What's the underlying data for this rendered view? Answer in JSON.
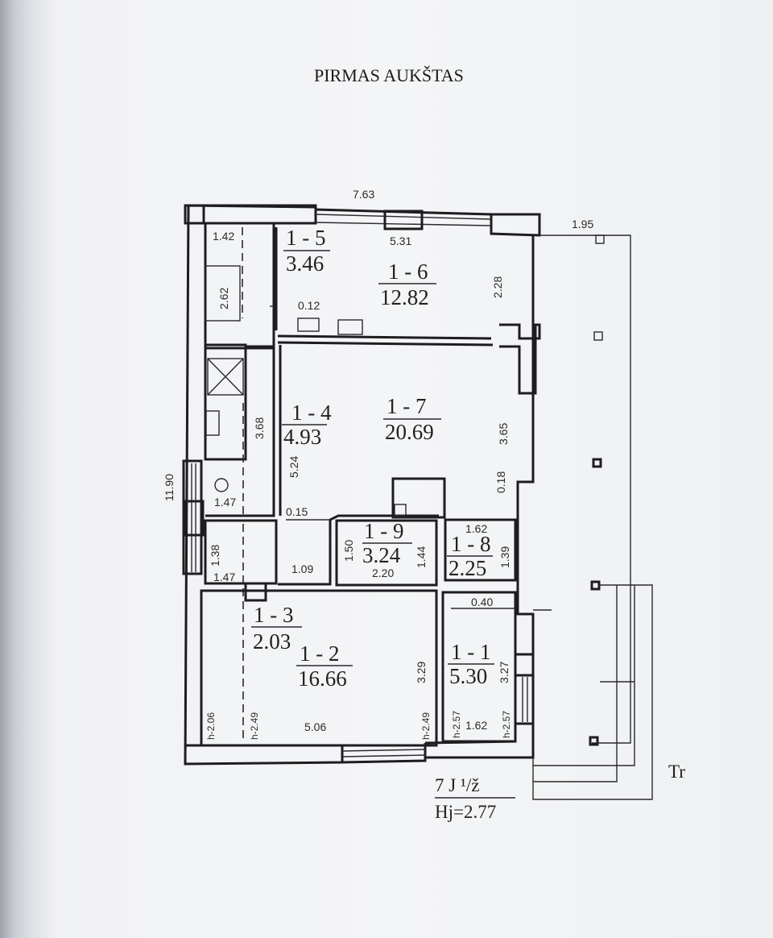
{
  "title": "PIRMAS AUKŠTAS",
  "rooms": [
    {
      "id": "1 - 1",
      "area": "5.30"
    },
    {
      "id": "1 - 2",
      "area": "16.66"
    },
    {
      "id": "1 - 3",
      "area": "2.03"
    },
    {
      "id": "1 - 4",
      "area": "4.93"
    },
    {
      "id": "1 - 5",
      "area": "3.46"
    },
    {
      "id": "1 - 6",
      "area": "12.82"
    },
    {
      "id": "1 - 7",
      "area": "20.69"
    },
    {
      "id": "1 - 8",
      "area": "2.25"
    },
    {
      "id": "1 - 9",
      "area": "3.24"
    }
  ],
  "dimensions": {
    "overall_width": "7.63",
    "overall_length": "11.90",
    "terrace_width": "1.95",
    "d_1_42": "1.42",
    "d_2_62": "2.62",
    "d_0_12": "0.12",
    "d_5_31": "5.31",
    "d_2_28": "2.28",
    "d_3_68": "3.68",
    "d_5_24": "5.24",
    "d_3_65": "3.65",
    "d_0_18": "0.18",
    "d_1_47a": "1.47",
    "d_0_15": "0.15",
    "d_1_38": "1.38",
    "d_1_47b": "1.47",
    "d_1_09": "1.09",
    "d_1_50": "1.50",
    "d_1_44": "1.44",
    "d_2_20": "2.20",
    "d_1_62a": "1.62",
    "d_1_39": "1.39",
    "d_0_40": "0.40",
    "d_3_29": "3.29",
    "d_3_27": "3.27",
    "d_5_06": "5.06",
    "d_1_62b": "1.62"
  },
  "heights": [
    "h-2.06",
    "h-2.49",
    "h-2.49",
    "h-2.57",
    "h-2.57"
  ],
  "legend": {
    "code": "7 J ¹/ž",
    "height": "Hj=2.77",
    "terrace": "Tr"
  }
}
